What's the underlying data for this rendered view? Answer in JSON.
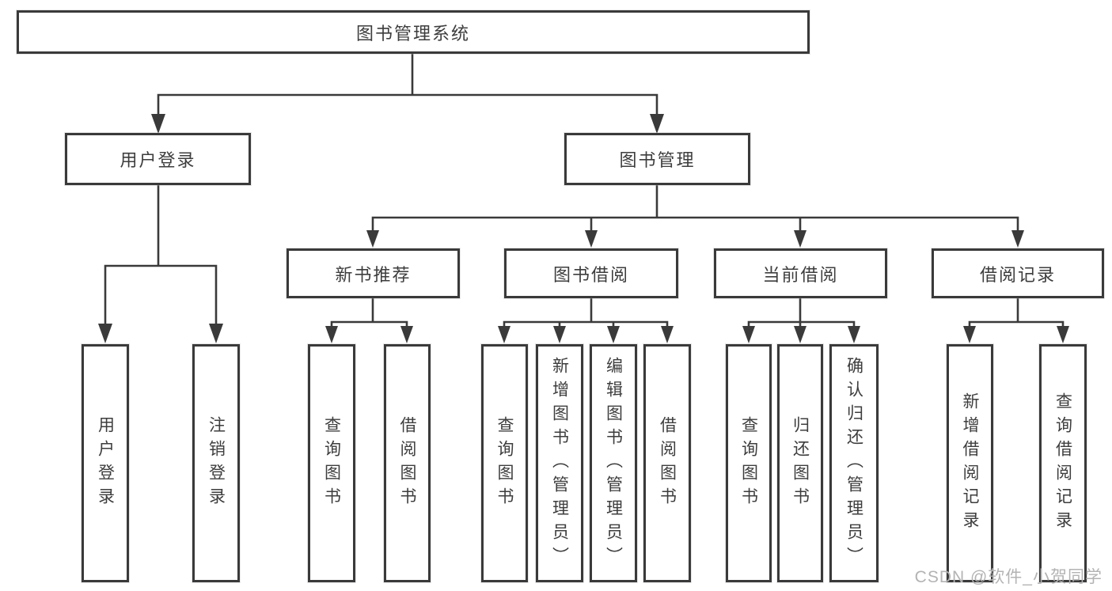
{
  "tree": {
    "root": {
      "label": "图书管理系统"
    },
    "branches": [
      {
        "label": "用户登录",
        "children": [
          {
            "label": "用户登录"
          },
          {
            "label": "注销登录"
          }
        ]
      },
      {
        "label": "图书管理",
        "children": [
          {
            "label": "新书推荐",
            "children": [
              {
                "label": "查询图书"
              },
              {
                "label": "借阅图书"
              }
            ]
          },
          {
            "label": "图书借阅",
            "children": [
              {
                "label": "查询图书"
              },
              {
                "label": "新增图书（管理员）"
              },
              {
                "label": "编辑图书（管理员）"
              },
              {
                "label": "借阅图书"
              }
            ]
          },
          {
            "label": "当前借阅",
            "children": [
              {
                "label": "查询图书"
              },
              {
                "label": "归还图书"
              },
              {
                "label": "确认归还（管理员）"
              }
            ]
          },
          {
            "label": "借阅记录",
            "children": [
              {
                "label": "新增借阅记录"
              },
              {
                "label": "查询借阅记录"
              }
            ]
          }
        ]
      }
    ]
  },
  "watermark": "CSDN @软件_小贺同学",
  "colors": {
    "line": "#3a3a3a",
    "text": "#3d3d3d",
    "watermark": "#b3b3b3",
    "background": "#ffffff"
  }
}
